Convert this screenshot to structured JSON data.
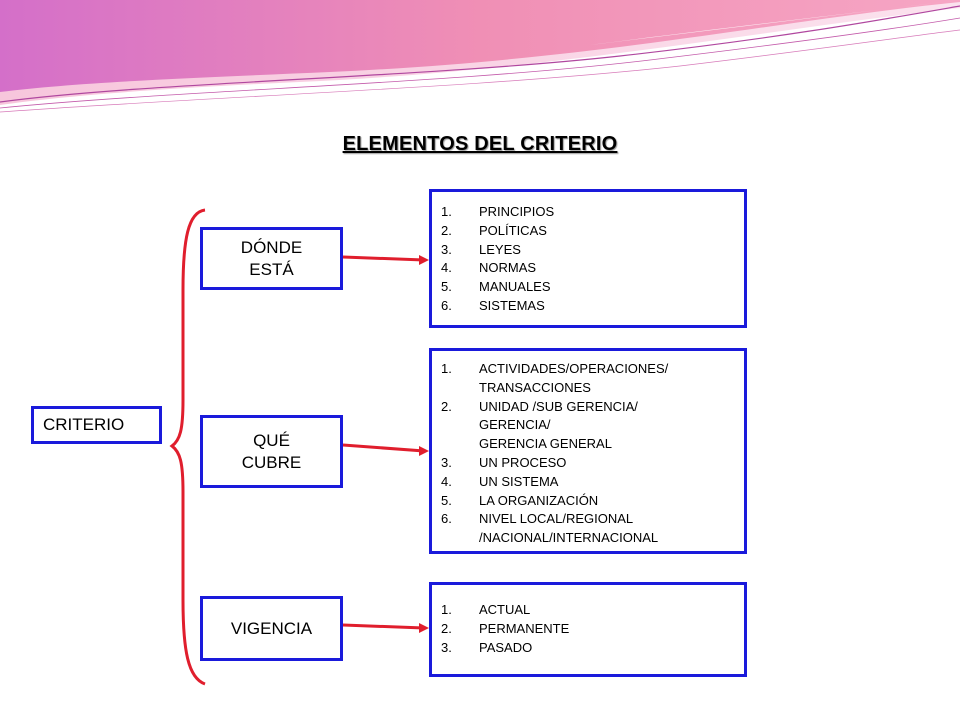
{
  "title": "ELEMENTOS DEL CRITERIO",
  "colors": {
    "box_border": "#1a1adb",
    "connector": "#e01e2d",
    "banner_pink": "#f28ab0",
    "banner_purple": "#c05cc4"
  },
  "root": {
    "label": "CRITERIO"
  },
  "branches": [
    {
      "label": "DÓNDE\nESTÁ",
      "items": [
        {
          "num": "1.",
          "text": "PRINCIPIOS"
        },
        {
          "num": "2.",
          "text": "POLÍTICAS"
        },
        {
          "num": "3.",
          "text": "LEYES"
        },
        {
          "num": "4.",
          "text": "NORMAS"
        },
        {
          "num": "5.",
          "text": "MANUALES"
        },
        {
          "num": "6.",
          "text": "SISTEMAS"
        }
      ]
    },
    {
      "label": "QUÉ\nCUBRE",
      "items": [
        {
          "num": "1.",
          "text": "ACTIVIDADES/OPERACIONES/\nTRANSACCIONES"
        },
        {
          "num": "2.",
          "text": "UNIDAD /SUB GERENCIA/\nGERENCIA/\nGERENCIA GENERAL"
        },
        {
          "num": "3.",
          "text": "UN PROCESO"
        },
        {
          "num": "4.",
          "text": "UN SISTEMA"
        },
        {
          "num": "5.",
          "text": "LA ORGANIZACIÓN"
        },
        {
          "num": "6.",
          "text": "NIVEL LOCAL/REGIONAL\n/NACIONAL/INTERNACIONAL"
        }
      ]
    },
    {
      "label": "VIGENCIA",
      "items": [
        {
          "num": "1.",
          "text": "ACTUAL"
        },
        {
          "num": "2.",
          "text": "PERMANENTE"
        },
        {
          "num": "3.",
          "text": "PASADO"
        }
      ]
    }
  ]
}
